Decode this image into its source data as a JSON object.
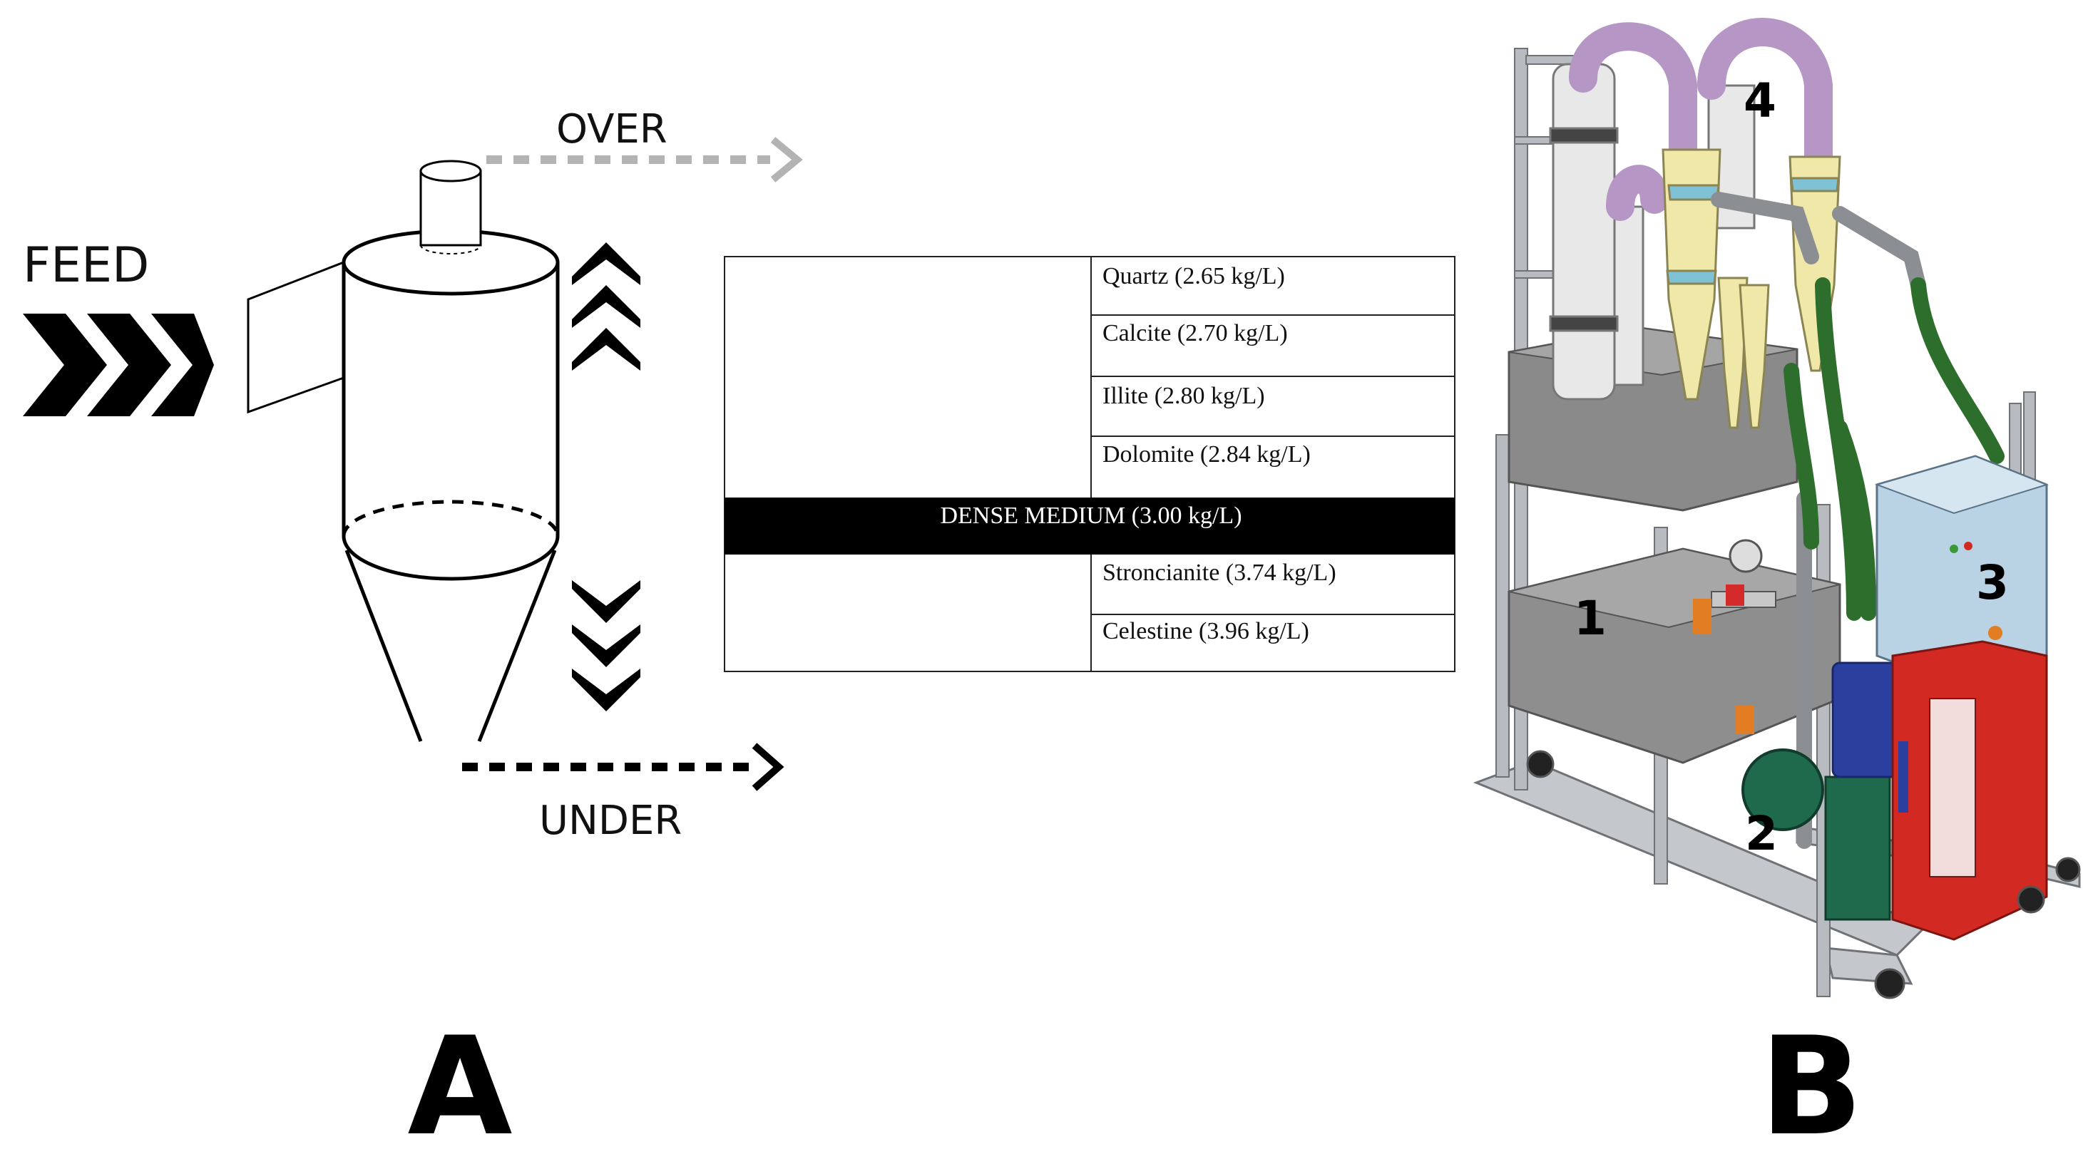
{
  "panel_a": {
    "label": "A",
    "feed_label": "FEED",
    "over_label": "OVER",
    "under_label": "UNDER",
    "table": {
      "light_rows": [
        "Quartz (2.65 kg/L)",
        "Calcite (2.70 kg/L)",
        "Illite (2.80 kg/L)",
        "Dolomite (2.84 kg/L)"
      ],
      "medium_row": "DENSE MEDIUM (3.00 kg/L)",
      "heavy_rows": [
        "Stroncianite (3.74 kg/L)",
        "Celestine (3.96 kg/L)"
      ]
    }
  },
  "panel_b": {
    "label": "B",
    "callouts": [
      "1",
      "2",
      "3",
      "4"
    ]
  },
  "colors": {
    "ink": "#000000",
    "over_arrow": "#b3b3b3",
    "frame": "#a9adb2",
    "tank": "#8e8e8e",
    "cyclone": "#efe8a8",
    "pipe_purple": "#b596c4",
    "hose_green": "#2e6e2c",
    "cabinet_blue": "#b9d3e4",
    "pump_red": "#d22a22",
    "motor_blue": "#2b3f9e",
    "pump_green": "#1f6a4d"
  }
}
